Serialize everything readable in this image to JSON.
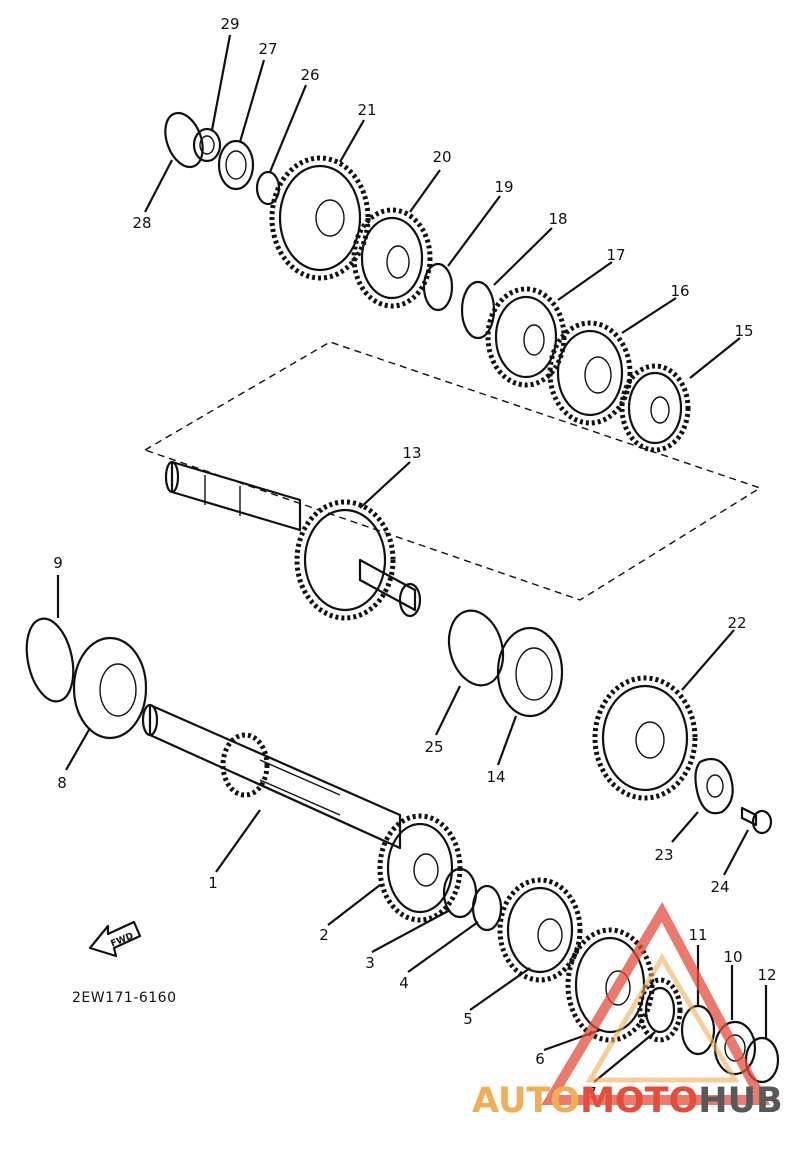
{
  "diagram": {
    "part_code": "2EW171-6160",
    "fwd_label": "FWD",
    "callouts": [
      "1",
      "2",
      "3",
      "4",
      "5",
      "6",
      "7",
      "8",
      "9",
      "10",
      "11",
      "12",
      "13",
      "14",
      "15",
      "16",
      "17",
      "18",
      "19",
      "20",
      "21",
      "22",
      "23",
      "24",
      "25",
      "26",
      "27",
      "28",
      "29"
    ]
  },
  "watermark": {
    "part1": "AUTO",
    "part2": "MOTO",
    "part3": "HUB",
    "colors": {
      "auto": "#f0ae58",
      "moto": "#e24d3c",
      "hub": "#595959"
    }
  }
}
